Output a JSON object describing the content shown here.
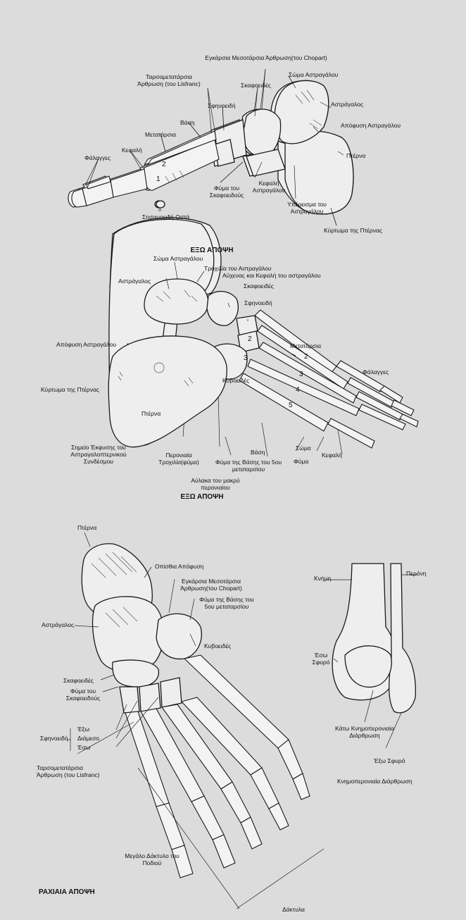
{
  "lateral_top": {
    "title": "ΕΞΩ ΑΠΟΨΗ",
    "labels": {
      "transverse_tarsal": "Εγκάρσια Μεσοτάρσια Άρθρωση(του Chopart)",
      "talus_body": "Σώμα Αστραγάλου",
      "tarsometatarsal": "Ταρσομετατάρσια Άρθρωση (του Lisfranc)",
      "navicular": "Σκαφοειδές",
      "talus": "Αστράγαλος",
      "cuneiform": "Σφηνοειδή",
      "base": "Βάση",
      "talus_process": "Απόφυση Αστραγάλου",
      "metatarsals": "Μετατάρσια",
      "calcaneus": "Πτέρνα",
      "head": "Κεφαλή",
      "phalanges": "Φάλαγγες",
      "navicular_tuberosity": "Φύμα του Σκαφοειδούς",
      "talus_head": "Κεφαλή Αστραγάλου",
      "sustentaculum": "Υπέρεισμα του Αστραγάλου",
      "sesamoids": "Σησαμοειδή Οστά",
      "calcaneal_tuberosity": "Κύρτωμα της Πτέρνας"
    },
    "numbers": [
      "1",
      "2"
    ]
  },
  "lateral_bottom": {
    "title": "ΕΞΩ ΑΠΟΨΗ",
    "labels": {
      "talus_body": "Σώμα Αστραγάλου",
      "trochlea": "Τροχιλία του Αστραγάλου",
      "talus": "Αστράγαλος",
      "neck_head": "Αύχενας και Κεφαλή του αστραγάλου",
      "navicular": "Σκαφοειδές",
      "cuneiform": "Σφηνοειδή",
      "talus_process": "Απόφυση Αστραγάλου",
      "metatarsals": "Μετατάρσια",
      "phalanges": "Φάλαγγες",
      "calcaneal_tuberosity": "Κύρτωμα της Πτέρνας",
      "cuboid": "Κυβοειδές",
      "calcaneus": "Πτέρνα",
      "ligament_site": "Σημείο Έκφυσης του Αστραγαλοπτερνικού Συνδέσμου",
      "peroneal_trochlea": "Περονιαία Τροχιλία(φύμα)",
      "base": "Βάση",
      "fifth_met_tuberosity": "Φύμα της Βάσης του 5ου μεταταρσίου",
      "body": "Σώμα",
      "head": "Κεφαλή",
      "tuberosity": "Φύμα",
      "peroneus_groove": "Αύλακα του μακρύ περονιαίου"
    },
    "numbers": [
      "2",
      "3",
      "2",
      "3",
      "4",
      "5"
    ]
  },
  "dorsal": {
    "title": "ΡΑΧΙΑΙΑ ΑΠΟΨΗ",
    "labels": {
      "calcaneus": "Πτέρνα",
      "posterior_process": "Οπίσθια Απόφυση",
      "transverse_tarsal": "Εγκάρσια Μεσοτάρσια Άρθρωση(του Chopart)",
      "fifth_met_tuberosity": "Φύμα της Βάσης του 5ου μεταταρσίου",
      "talus": "Αστράγαλος",
      "cuboid": "Κυβοειδές",
      "navicular": "Σκαφοειδές",
      "navicular_tuberosity": "Φύμα του Σκαφοειδούς",
      "cuneiform": "Σφηνοειδή",
      "lateral": "Έξω",
      "intermediate": "Διάμεσο",
      "medial": "Έσω",
      "tarsometatarsal": "Ταρσομετατάρσια Άρθρωση (του Lisfranc)",
      "big_toe": "Μεγάλο Δάκτυλο του Ποδιού",
      "toes": "Δάκτυλα"
    }
  },
  "ankle": {
    "title": "Κνημοπερονιαία Διάρθρωση",
    "labels": {
      "tibia": "Κνήμη",
      "fibula": "Περόνη",
      "medial_malleolus": "Έσω Σφυρό",
      "inferior_tibiofibular": "Κάτω Κνημοπερονιαία Διάρθρωση",
      "lateral_malleolus": "Έξω Σφυρό"
    }
  }
}
